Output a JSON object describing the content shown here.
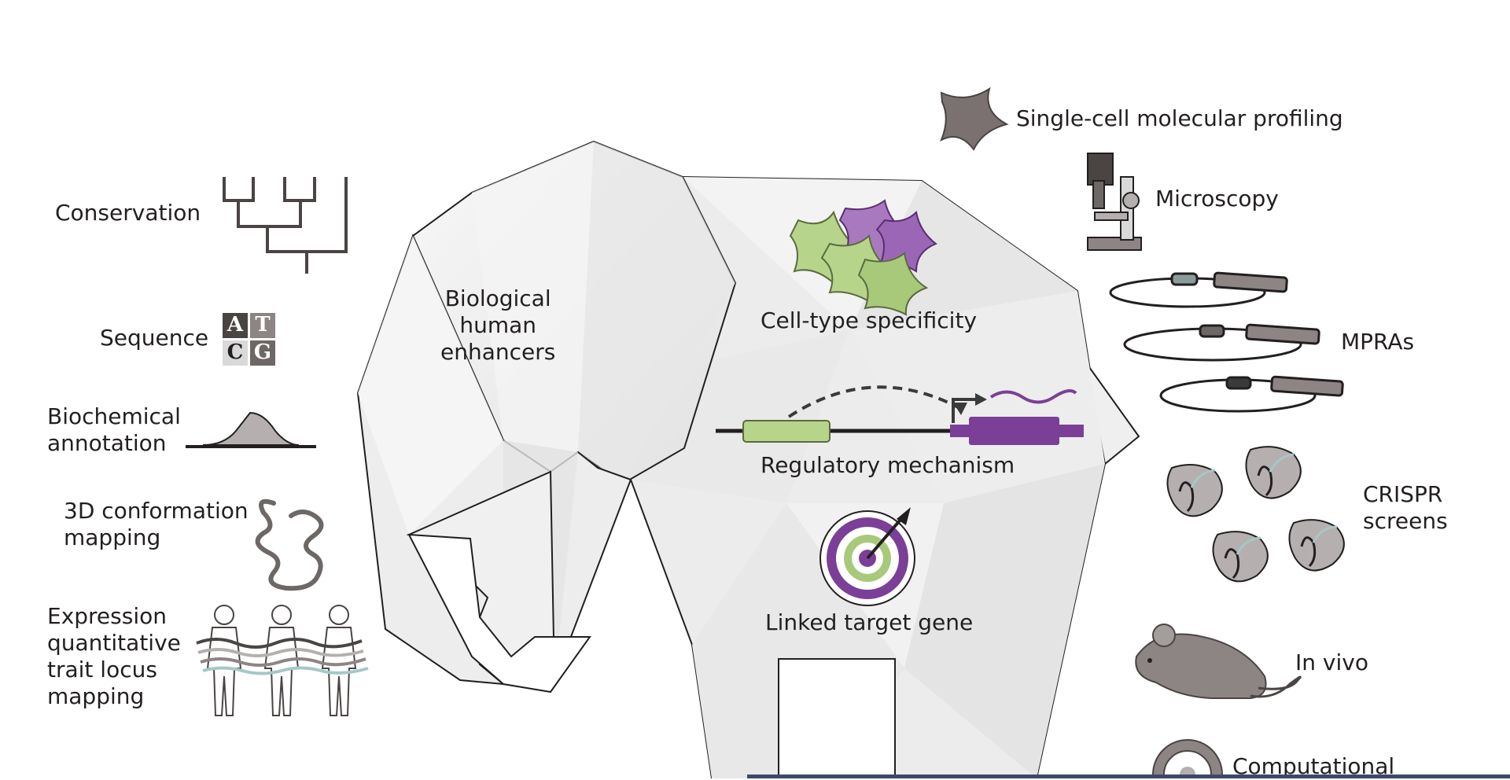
{
  "center": {
    "title": "Biological\nhuman\nenhancers",
    "cell_type": "Cell-type specificity",
    "regulatory": "Regulatory mechanism",
    "target": "Linked target gene"
  },
  "left": {
    "conservation": "Conservation",
    "sequence": "Sequence",
    "seq_letters": [
      "A",
      "T",
      "C",
      "G"
    ],
    "biochemical": "Biochemical\nannotation",
    "conformation": "3D conformation\nmapping",
    "eqtl": "Expression\nquantitative\ntrait locus\nmapping"
  },
  "right": {
    "single_cell": "Single-cell molecular profiling",
    "microscopy": "Microscopy",
    "mpras": "MPRAs",
    "crispr": "CRISPR\nscreens",
    "in_vivo": "In vivo",
    "computational": "Computational"
  },
  "colors": {
    "purple": "#7b3f98",
    "green": "#a8c97a",
    "gray": "#8c8584",
    "line": "#231f20"
  }
}
